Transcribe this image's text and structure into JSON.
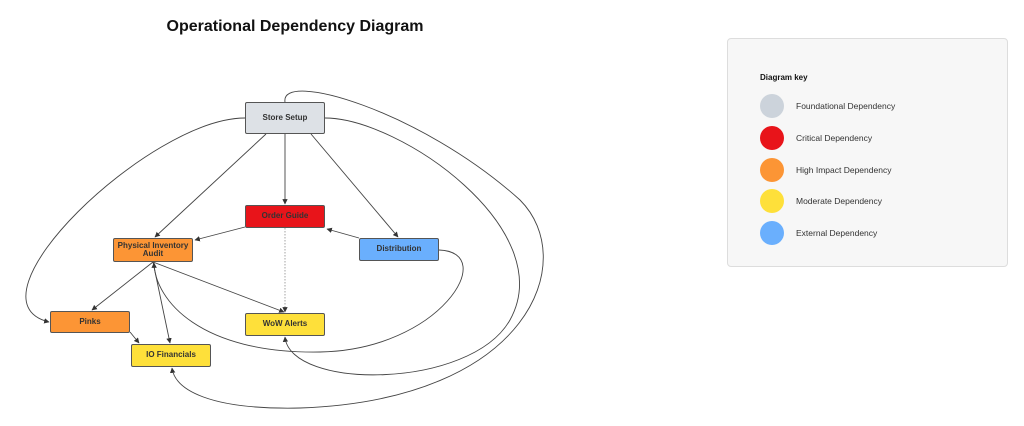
{
  "title": "Operational Dependency Diagram",
  "nodes": {
    "store_setup": {
      "label": "Store Setup",
      "color": "#dde1e6"
    },
    "order_guide": {
      "label": "Order Guide",
      "color": "#e8141a"
    },
    "pia": {
      "label": "Physical Inventory Audit",
      "color": "#fc9535"
    },
    "distribution": {
      "label": "Distribution",
      "color": "#6aaffd"
    },
    "pinks": {
      "label": "Pinks",
      "color": "#fc9535"
    },
    "wow": {
      "label": "WoW Alerts",
      "color": "#fee03a"
    },
    "io": {
      "label": "IO Financials",
      "color": "#fee03a"
    }
  },
  "legend": {
    "title": "Diagram key",
    "items": [
      {
        "label": "Foundational Dependency",
        "color": "#ccd3db"
      },
      {
        "label": "Critical Dependency",
        "color": "#e8141a"
      },
      {
        "label": "High Impact Dependency",
        "color": "#fc9535"
      },
      {
        "label": "Moderate Dependency",
        "color": "#fee03a"
      },
      {
        "label": "External Dependency",
        "color": "#6aaffd"
      }
    ]
  }
}
